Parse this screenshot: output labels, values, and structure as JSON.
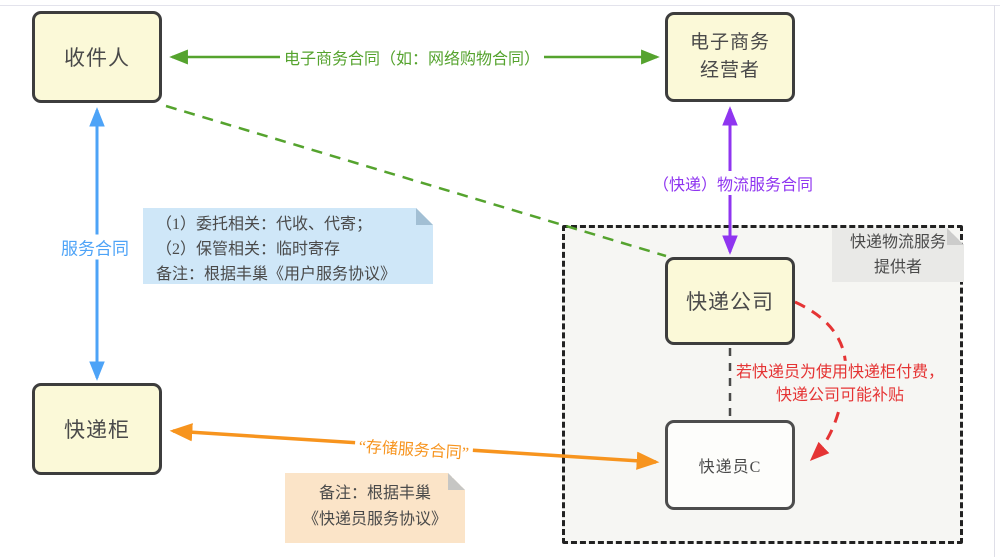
{
  "colors": {
    "green": "#55a32e",
    "purple": "#8f35f0",
    "blue": "#4da3f7",
    "orange": "#f7941e",
    "red": "#e53434",
    "connector_gray": "#4a4a4a",
    "node_fill": "#fbf9d8",
    "node_border": "#3d3d3d"
  },
  "nodes": {
    "recipient": "收件人",
    "ecommerce_line1": "电子商务",
    "ecommerce_line2": "经营者",
    "locker": "快递柜",
    "express_company": "快递公司",
    "courier": "快递员C",
    "provider_line1": "快递物流服务",
    "provider_line2": "提供者"
  },
  "edge_labels": {
    "ecommerce_contract": "电子商务合同（如：网络购物合同）",
    "logistics_contract": "（快递）物流服务合同",
    "service_contract": "服务合同",
    "storage_contract": "“存储服务合同”",
    "subsidy_line1": "若快递员为使用快递柜付费，",
    "subsidy_line2": "快递公司可能补贴"
  },
  "notes": {
    "user_agreement_line1": "（1）委托相关：代收、代寄；",
    "user_agreement_line2": "（2）保管相关：临时寄存",
    "user_agreement_line3": "备注：根据丰巢《用户服务协议》",
    "courier_agreement_line1": "备注：根据丰巢",
    "courier_agreement_line2": "《快递员服务协议》"
  }
}
